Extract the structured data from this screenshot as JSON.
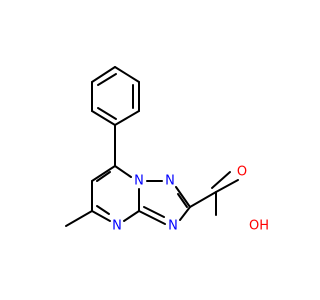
{
  "atoms": {
    "n_top": "N",
    "n_bridge": "N",
    "n_right": "N",
    "n_pyrimidine": "N",
    "o_hydroxyl": "OH",
    "o_carbonyl": "O"
  },
  "colors": {
    "bond": "#000000",
    "nitrogen": "#0000ff",
    "oxygen": "#ff0000",
    "background": "#ffffff"
  }
}
